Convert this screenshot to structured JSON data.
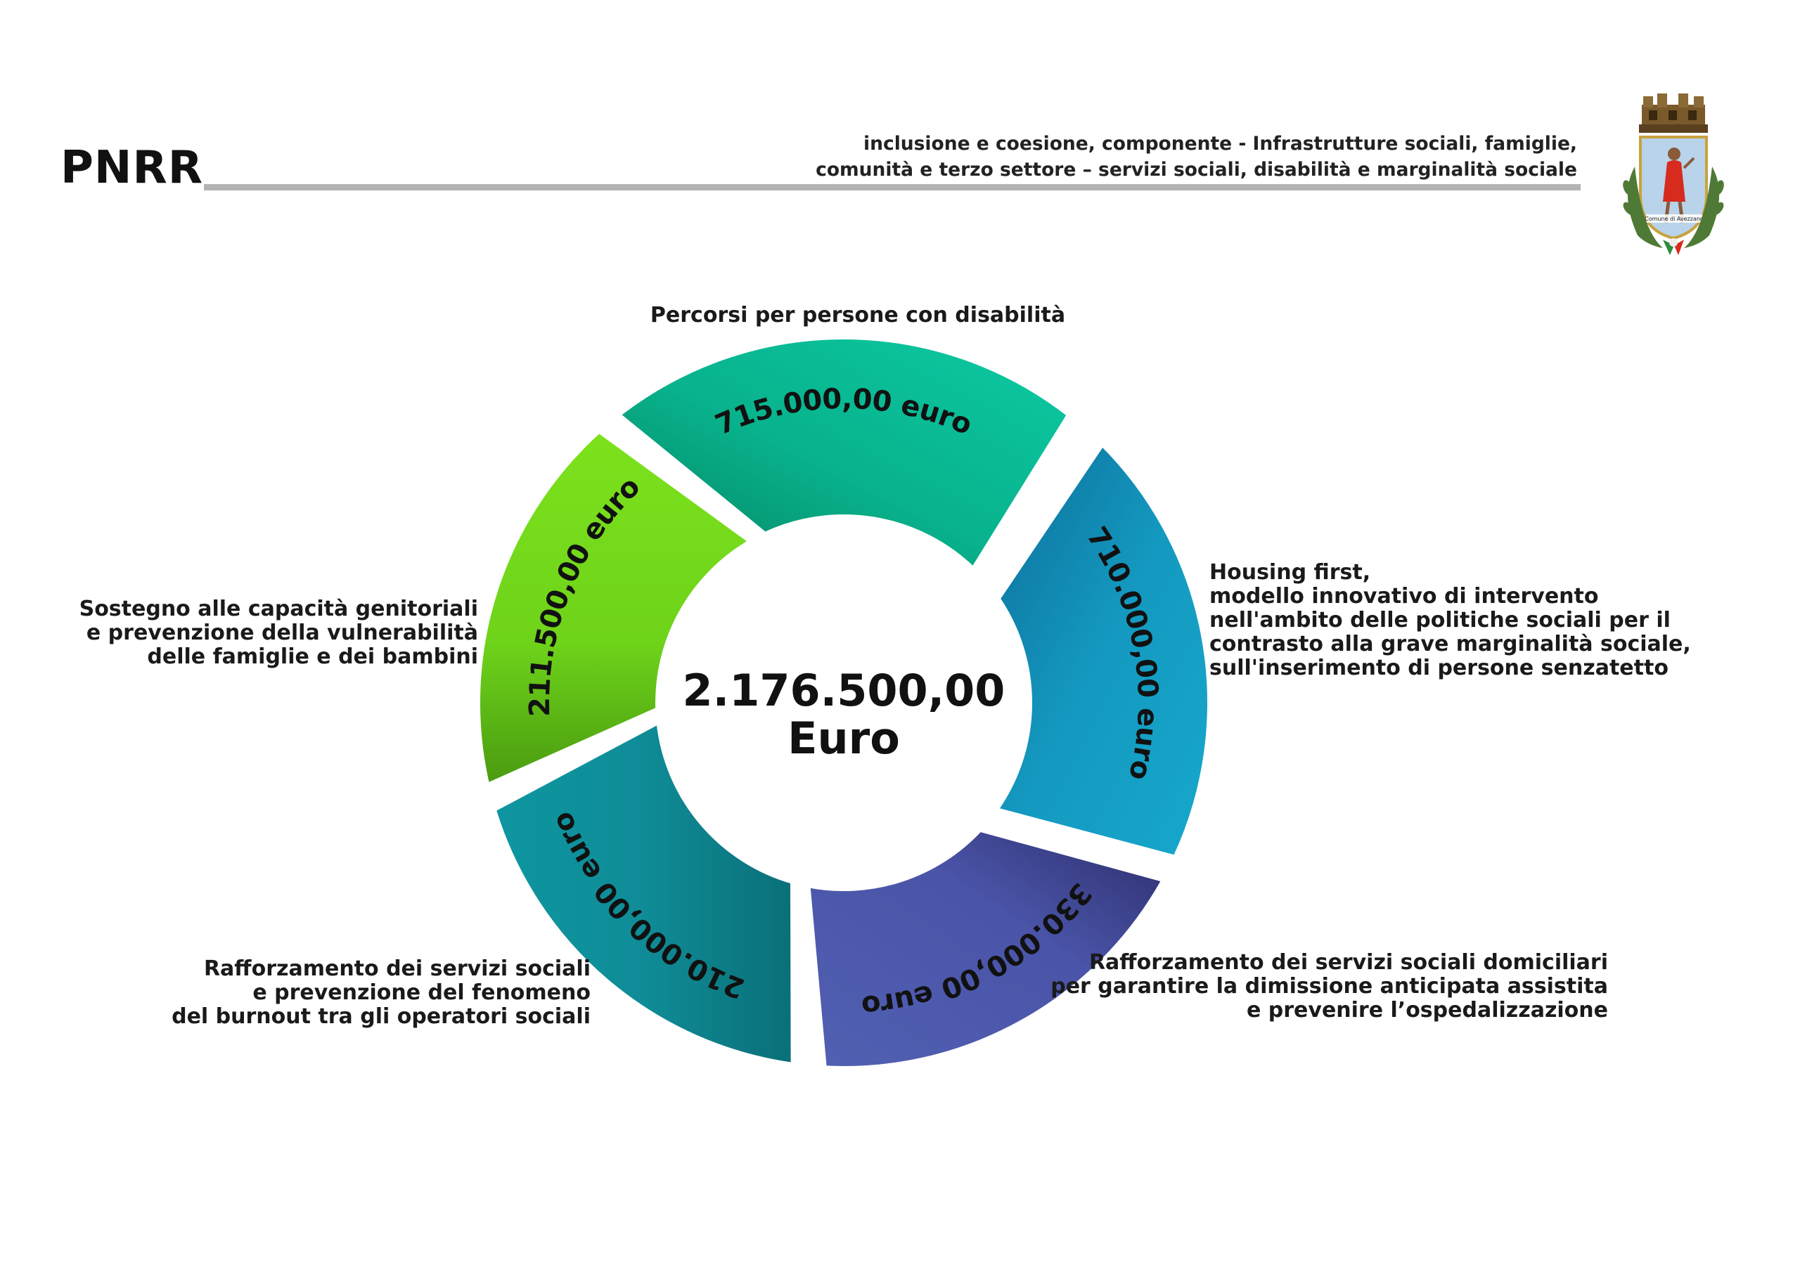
{
  "header": {
    "title": "PNRR",
    "subtitle_line1": "inclusione e coesione, componente - Infrastrutture sociali, famiglie,",
    "subtitle_line2": "comunità e terzo settore – servizi sociali, disabilità e marginalità sociale",
    "crest_caption": "Comune di Avezzano"
  },
  "center": {
    "amount": "2.176.500,00",
    "unit": "Euro"
  },
  "segments": [
    {
      "id": "disabilita",
      "amount": "715.000,00 euro",
      "color": "#0bc6a0",
      "label": [
        "Percorsi per persone con disabilità"
      ]
    },
    {
      "id": "housing",
      "amount": "710.000,00 euro",
      "color": "#15a3c4",
      "label": [
        "Housing first,",
        "modello innovativo di intervento",
        "nell'ambito delle politiche sociali per il",
        "contrasto alla grave marginalità sociale,",
        "sull'inserimento di persone senzatetto"
      ]
    },
    {
      "id": "domiciliari",
      "amount": "330.000,00 euro",
      "color": "#4c54a8",
      "label": [
        "Rafforzamento dei servizi sociali domiciliari",
        "per garantire la dimissione anticipata assistita",
        "e prevenire l’ospedalizzazione"
      ]
    },
    {
      "id": "burnout",
      "amount": "210.000,00 euro",
      "color": "#0f8d98",
      "label": [
        "Rafforzamento dei servizi sociali",
        "e prevenzione del fenomeno",
        "del burnout tra gli operatori sociali"
      ]
    },
    {
      "id": "genitoriali",
      "amount": "211.500,00 euro",
      "color": "#6fd81a",
      "label": [
        "Sostegno alle capacità genitoriali",
        "e prevenzione della vulnerabilità",
        "delle famiglie e dei bambini"
      ]
    }
  ]
}
